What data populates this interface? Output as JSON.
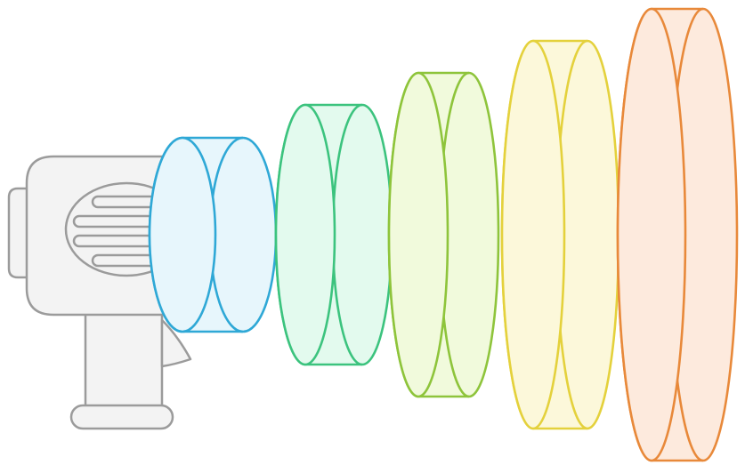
{
  "illustration": {
    "subject_icon": "blower-gun-icon",
    "device": {
      "body_fill": "#f3f3f3",
      "stroke": "#9b9b9b"
    },
    "rings": [
      {
        "name": "ring-1",
        "stroke": "#2fa8d6",
        "fill": "#e7f6fc"
      },
      {
        "name": "ring-2",
        "stroke": "#3cc37e",
        "fill": "#e3faee"
      },
      {
        "name": "ring-3",
        "stroke": "#8ec43b",
        "fill": "#f1fadc"
      },
      {
        "name": "ring-4",
        "stroke": "#e4d13c",
        "fill": "#fcf8da"
      },
      {
        "name": "ring-5",
        "stroke": "#e8893a",
        "fill": "#fdeadd"
      }
    ]
  }
}
